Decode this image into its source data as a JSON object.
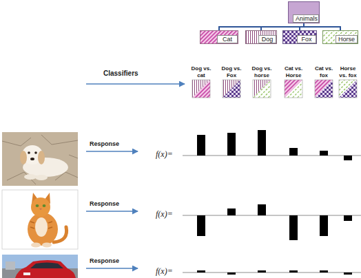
{
  "diagram": {
    "nodes": [
      {
        "text": [
          "Animals"
        ]
      },
      {
        "text": [
          "Cat"
        ]
      },
      {
        "text": [
          "Dog"
        ]
      },
      {
        "text": [
          "Fox"
        ]
      },
      {
        "text": [
          "Horse"
        ]
      }
    ],
    "edges": [
      {
        "from": 0,
        "to": 1,
        "arrow": "none"
      },
      {
        "from": 0,
        "to": 2,
        "arrow": "none"
      },
      {
        "from": 0,
        "to": 3,
        "arrow": "none"
      },
      {
        "from": 0,
        "to": 4,
        "arrow": "none"
      }
    ],
    "labels": [
      "Classifiers",
      "Dog vs. cat",
      "Dog vs. Fox",
      "Dog vs. horse",
      "Cat vs. Horse",
      "Cat vs. fox",
      "Horse vs. fox",
      "Response",
      "f(x)=",
      "Response",
      "f(x)=",
      "Response",
      "f(x)="
    ]
  }
}
